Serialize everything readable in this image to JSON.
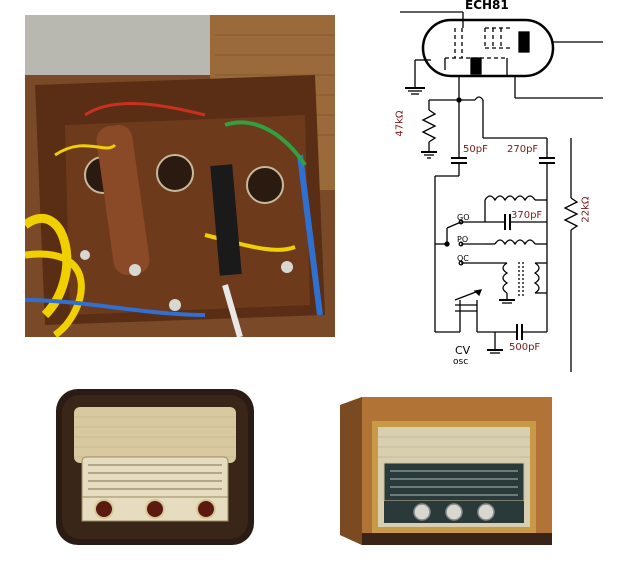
{
  "schematic": {
    "tube_label": "ECH81",
    "components": {
      "r_grid": "47kΩ",
      "c_coupling": "50pF",
      "c_feedback": "270pF",
      "c_go": "370pF",
      "r_plate": "22kΩ",
      "c_padding": "500pF",
      "cv_label": "CV",
      "osc_label": "osc"
    },
    "switch_positions": [
      "GO",
      "PO",
      "OC"
    ]
  },
  "colors": {
    "value_text": "#7a1a1a",
    "line": "#000000",
    "bakelite": "#2a1c14",
    "wood": "#a86a32",
    "grille": "#d9c9a0",
    "dial": "#e6dcc0"
  }
}
